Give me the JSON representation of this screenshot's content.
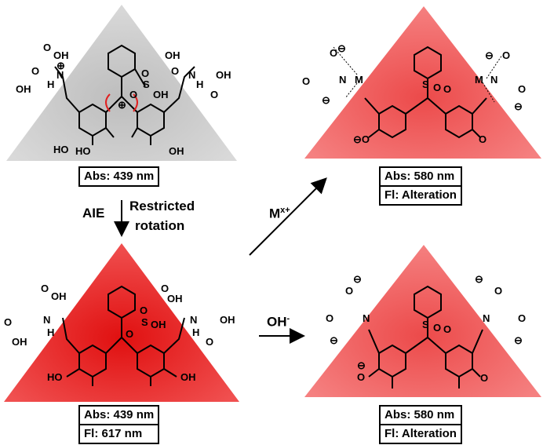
{
  "colors": {
    "gray_triangle": "#c8c8c8",
    "red_triangle": "#e8262a",
    "light_red_triangle": "#ee5a5a",
    "ring_yellow": "#d8c060",
    "ring_brown": "#b08040"
  },
  "panels": {
    "top_left": {
      "abs": "Abs: 439 nm",
      "atoms": {
        "oh1": "OH",
        "o1": "O",
        "nh": "N",
        "h1": "H",
        "plus": "⊕",
        "oh2": "OH",
        "o2": "O",
        "hoA": "HO",
        "oh3": "OH",
        "o3": "O",
        "nh2": "N",
        "h2": "H",
        "oh4": "OH",
        "o4": "O",
        "s": "S",
        "o5": "O",
        "o6": "O",
        "oh5": "OH",
        "ho_ring": "HO",
        "oh_ring": "OH",
        "cation": "⊕"
      }
    },
    "bottom_left": {
      "abs": "Abs: 439 nm",
      "fl": "Fl: 617 nm",
      "atoms": {
        "oh1": "OH",
        "o1": "O",
        "nh": "N",
        "h1": "H",
        "oh2": "OH",
        "o2": "O",
        "s": "S",
        "o5": "O",
        "oh5": "OH",
        "o6": "O",
        "oh3": "OH",
        "o3": "O",
        "nh2": "N",
        "h2": "H",
        "oh4": "OH",
        "o4": "O",
        "ho_ring": "HO",
        "oh_ring": "OH"
      }
    },
    "top_right": {
      "abs": "Abs: 580 nm",
      "fl": "Fl: Alteration",
      "atoms": {
        "o1": "O",
        "o1m": "⊖",
        "n1": "N",
        "m1": "M",
        "o2": "O",
        "o2m": "⊖",
        "s": "S",
        "o5": "O",
        "o6": "O",
        "o3": "O",
        "o3m": "⊖",
        "n2": "N",
        "m2": "M",
        "o4": "O",
        "o4m": "⊖",
        "o_ring": "⊖O",
        "o_keto": "O"
      }
    },
    "bottom_right": {
      "abs": "Abs: 580 nm",
      "fl": "Fl: Alteration",
      "atoms": {
        "o1": "O",
        "o1m": "⊖",
        "n1": "N",
        "o2": "O",
        "o2m": "⊖",
        "s": "S",
        "o5": "O",
        "o6": "O",
        "o3": "O",
        "o3m": "⊖",
        "n2": "N",
        "o4": "O",
        "o4m": "⊖",
        "o_ring": "O",
        "o_ringm": "⊖",
        "o_keto": "O"
      }
    }
  },
  "arrows": {
    "aie": "AIE",
    "restricted_line1": "Restricted",
    "restricted_line2": "rotation",
    "metal": "M",
    "metal_sup": "x+",
    "hydroxide": "OH",
    "hydroxide_sup": "-"
  }
}
